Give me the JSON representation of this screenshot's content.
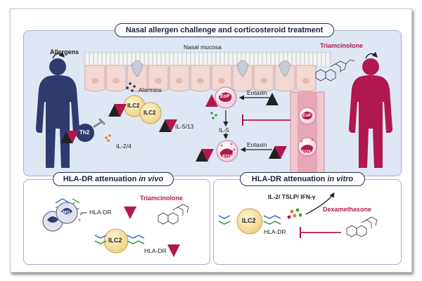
{
  "top_panel": {
    "title": "Nasal allergen challenge and corticosteroid treatment",
    "allergens": "Allergens",
    "nasal_mucosa": "Nasal mucosa",
    "triamcinolone": "Triamcinolone",
    "alarmins": "Alarmins",
    "ilc2_a": "ILC2",
    "ilc2_b": "ILC2",
    "il513": "IL-5/13",
    "th2": "Th2",
    "il24": "IL-2/4",
    "eop": "EoP",
    "eop_vessel": "EoP",
    "eotaxin_1": "Eotaxin",
    "eotaxin_2": "Eotaxin",
    "il5": "IL-5",
    "eos": "EOS",
    "eos_vessel": "EOS"
  },
  "vivo_panel": {
    "title_main": "HLA-DR attenuation ",
    "title_em": "in vivo",
    "triamcinolone": "Triamcinolone",
    "hladr_1": "HLA-DR",
    "mo": "MO",
    "ilc2": "ILC2",
    "hladr_2": "HLA-DR"
  },
  "vitro_panel": {
    "title_main": "HLA-DR attenuation ",
    "title_em": "in vitro",
    "cytokines": "IL-2/ TSLP/ IFN-γ",
    "dexamethasone": "Dexamethasone",
    "ilc2": "ILC2",
    "hladr": "HLA-DR"
  },
  "colors": {
    "magenta": "#b0184f",
    "navy": "#2a3566",
    "panel": "#dfe7f4",
    "ilc2_fill": "#f6dfa0"
  }
}
